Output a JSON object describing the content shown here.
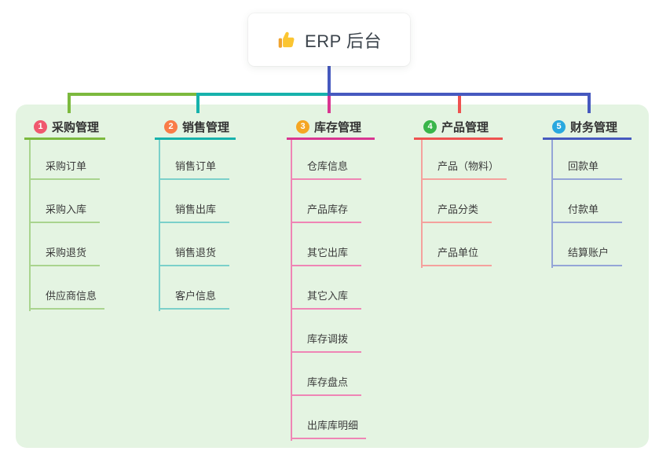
{
  "root": {
    "title": "ERP 后台",
    "icon": "thumbs-up-icon",
    "icon_colors": {
      "hand": "#FBC531",
      "cuff": "#F0A32F"
    }
  },
  "branches": [
    {
      "index": "1",
      "label": "采购管理",
      "color": "#7CB93E",
      "light_color": "#A9D48E",
      "badge_color": "#F0586E",
      "items": [
        "采购订单",
        "采购入库",
        "采购退货",
        "供应商信息"
      ]
    },
    {
      "index": "2",
      "label": "销售管理",
      "color": "#16B2AC",
      "light_color": "#7BD0CA",
      "badge_color": "#F97C47",
      "items": [
        "销售订单",
        "销售出库",
        "销售退货",
        "客户信息"
      ]
    },
    {
      "index": "3",
      "label": "库存管理",
      "color": "#D93591",
      "light_color": "#EF85B5",
      "badge_color": "#F5A623",
      "items": [
        "仓库信息",
        "产品库存",
        "其它出库",
        "其它入库",
        "库存调拨",
        "库存盘点",
        "出库库明细"
      ]
    },
    {
      "index": "4",
      "label": "产品管理",
      "color": "#EE5250",
      "light_color": "#F5A19D",
      "badge_color": "#39B54A",
      "items": [
        "产品（物料）",
        "产品分类",
        "产品单位"
      ]
    },
    {
      "index": "5",
      "label": "财务管理",
      "color": "#4659BF",
      "light_color": "#94A5D7",
      "badge_color": "#29A8DF",
      "items": [
        "回款单",
        "付款单",
        "结算账户"
      ]
    }
  ],
  "colors": {
    "trunk": "#4659BF",
    "panel_background": "#E4F4E2",
    "root_text": "#3B434B",
    "header_text": "#333333",
    "item_text": "#3B3B3B"
  }
}
